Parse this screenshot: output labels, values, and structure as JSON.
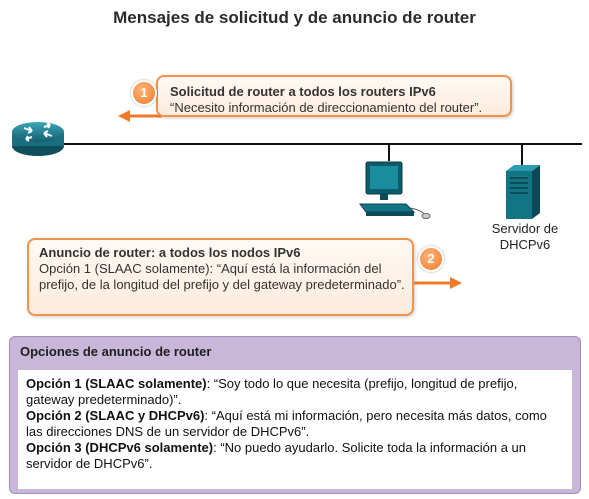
{
  "title": "Mensajes de solicitud y de anuncio de router",
  "colors": {
    "callout_border": "#f0944b",
    "badge": "#ee7a2a",
    "options_bg": "#c8b7d8",
    "router": "#1d7e91"
  },
  "icons": [
    "router-icon",
    "pc-icon",
    "server-icon",
    "arrow-left-icon",
    "arrow-right-icon"
  ],
  "server_label_1": "Servidor de",
  "server_label_2": "DHCPv6",
  "solicitation": {
    "step": "1",
    "heading": "Solicitud de router a todos los routers IPv6",
    "quote": "“Necesito información de direccionamiento del router”."
  },
  "advertisement": {
    "step": "2",
    "heading": "Anuncio de router: a todos los nodos IPv6",
    "body": "Opción 1 (SLAAC solamente): “Aquí está la información del prefijo, de la longitud del prefijo y del gateway predeterminado”."
  },
  "options": {
    "heading": "Opciones de anuncio de router",
    "items": [
      {
        "label": "Opción 1 (SLAAC solamente)",
        "text": ": “Soy todo lo que necesita (prefijo, longitud de prefijo, gateway predeterminado)”."
      },
      {
        "label": "Opción 2 (SLAAC y DHCPv6)",
        "text": ": “Aquí está mi información, pero necesita más datos, como las direcciones DNS de un servidor de DHCPv6”."
      },
      {
        "label": "Opción 3 (DHCPv6 solamente)",
        "text": ": “No puedo ayudarlo. Solicite toda la información a un servidor de DHCPv6”."
      }
    ]
  }
}
